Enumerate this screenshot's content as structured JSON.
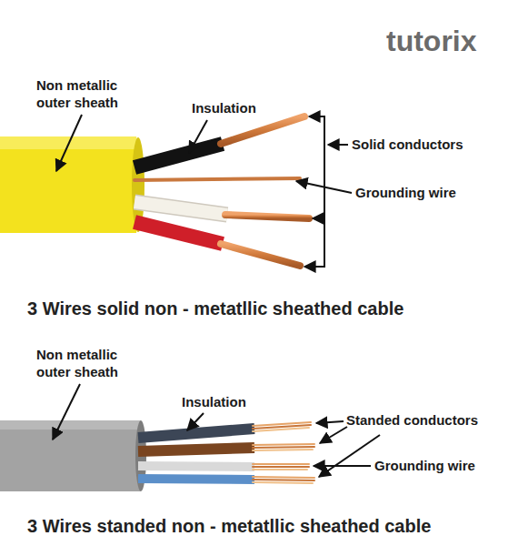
{
  "diagram": {
    "labels": [
      "tutorix",
      "Non metallic outer sheath",
      "Insulation",
      "Solid conductors",
      "Grounding wire",
      "3 Wires solid non - metatllic sheathed cable",
      "Non metallic outer sheath",
      "Insulation",
      "Standed conductors",
      "Grounding wire",
      "3 Wires standed non - metatllic sheathed cable"
    ]
  }
}
